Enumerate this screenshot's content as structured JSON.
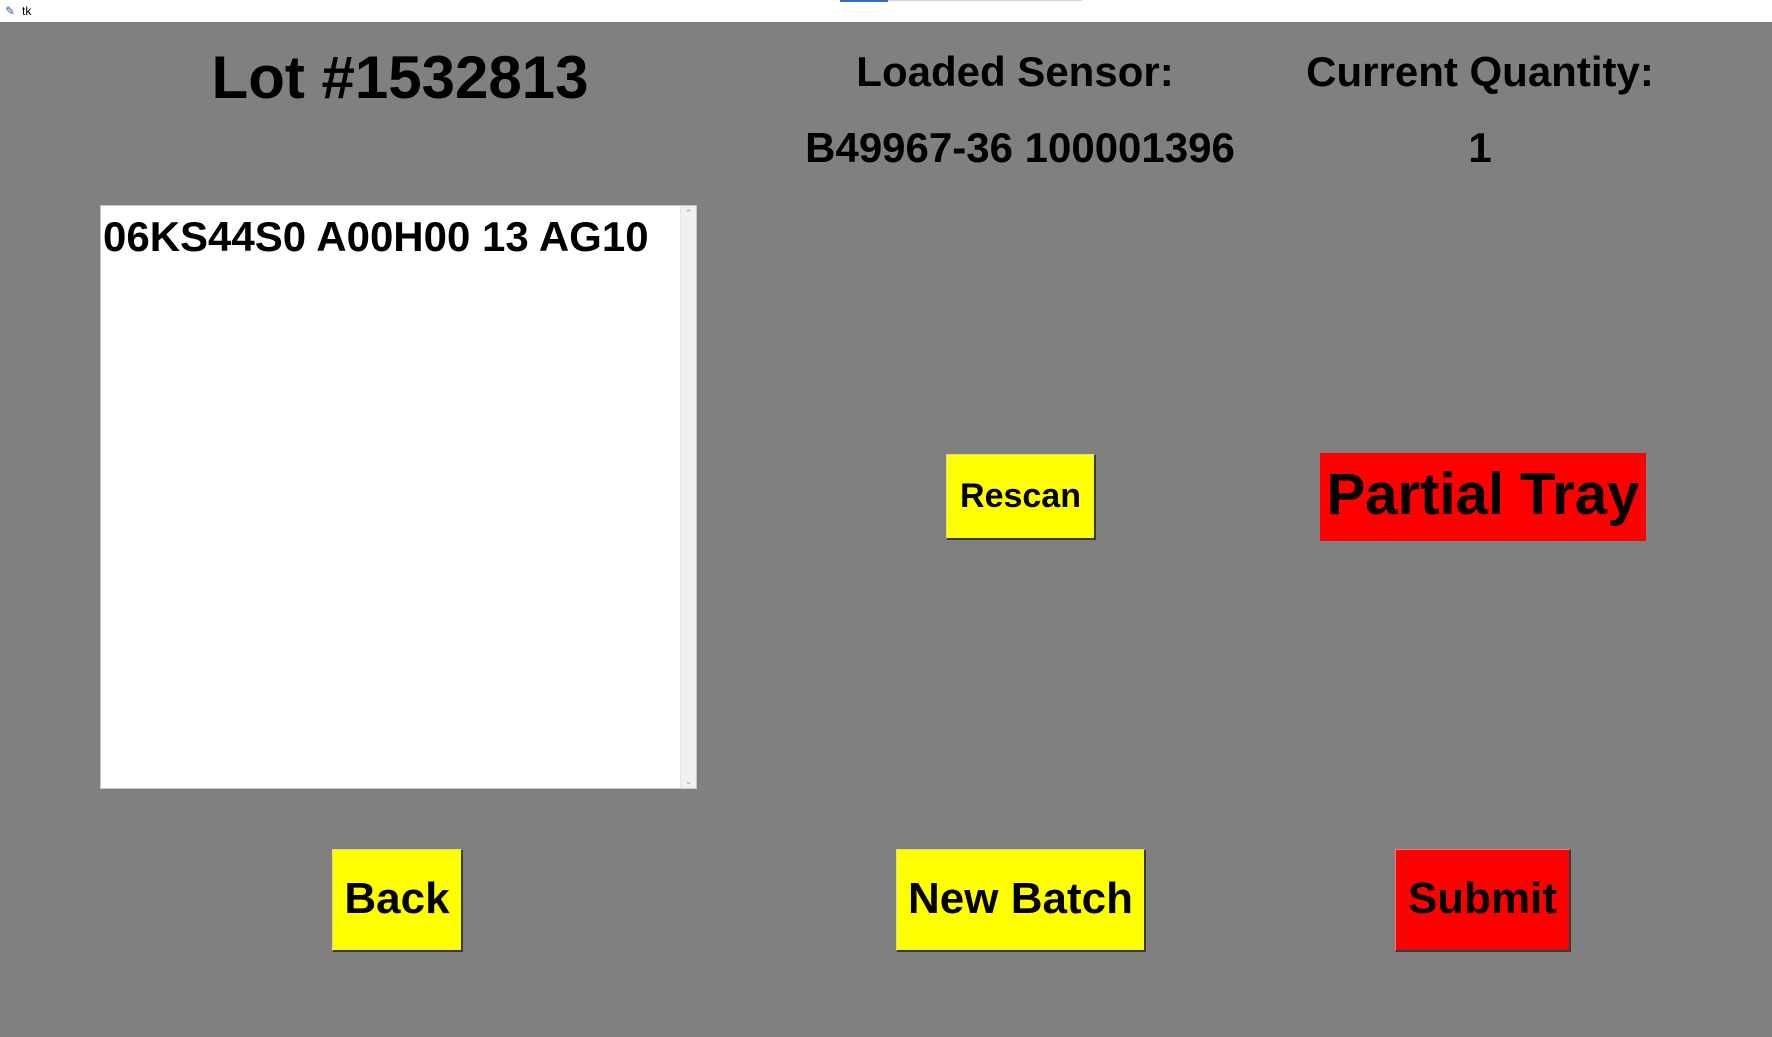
{
  "window": {
    "title": "tk",
    "icon": "feather-icon"
  },
  "header": {
    "lot_title": "Lot #1532813",
    "loaded_sensor_label": "Loaded Sensor:",
    "loaded_sensor_value": "B49967-36 100001396",
    "current_quantity_label": "Current Quantity:",
    "current_quantity_value": "1"
  },
  "scan_list": {
    "items": [
      "06KS44S0 A00H00 13 AG10"
    ]
  },
  "buttons": {
    "rescan": "Rescan",
    "partial_tray": "Partial Tray",
    "back": "Back",
    "new_batch": "New Batch",
    "submit": "Submit"
  },
  "colors": {
    "background": "#808080",
    "yellow_button": "#ffff00",
    "red_button": "#ff0000"
  }
}
